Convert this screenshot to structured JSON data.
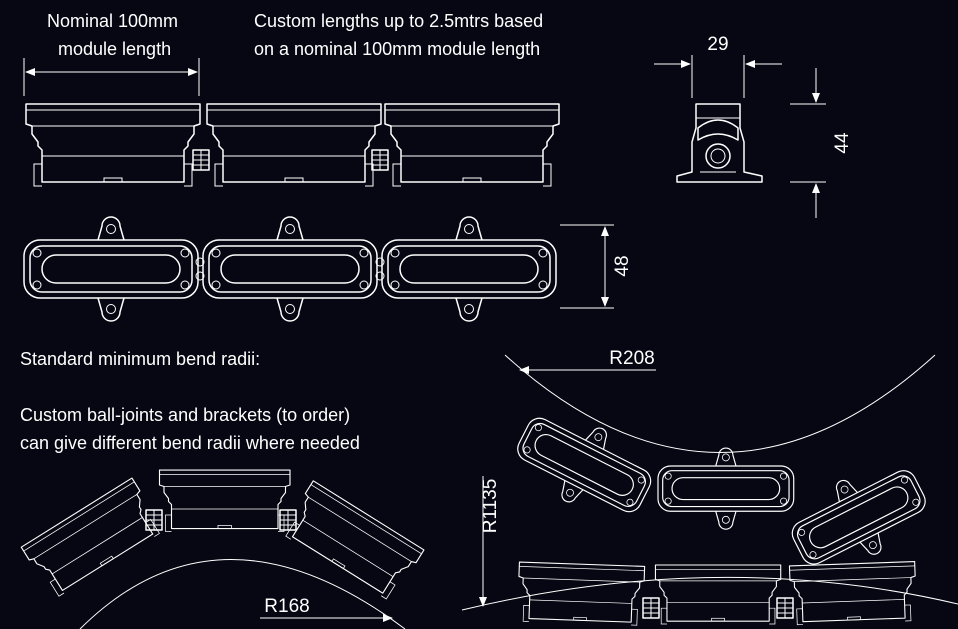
{
  "colors": {
    "background": "#070713",
    "line": "#ffffff"
  },
  "notes": {
    "module_length_line1": "Nominal 100mm",
    "module_length_line2": "module length",
    "custom_lengths_line1": "Custom lengths up to 2.5mtrs based",
    "custom_lengths_line2": "on a nominal 100mm module length",
    "bend_radii_heading": "Standard minimum bend radii:",
    "custom_joints_line1": "Custom ball-joints and brackets (to order)",
    "custom_joints_line2": "can give different bend radii where needed"
  },
  "dimensions": {
    "width": "29",
    "height": "44",
    "depth": "48",
    "radius_top_view": "R208",
    "radius_side_view_large": "R1135",
    "radius_side_view_small": "R168"
  }
}
